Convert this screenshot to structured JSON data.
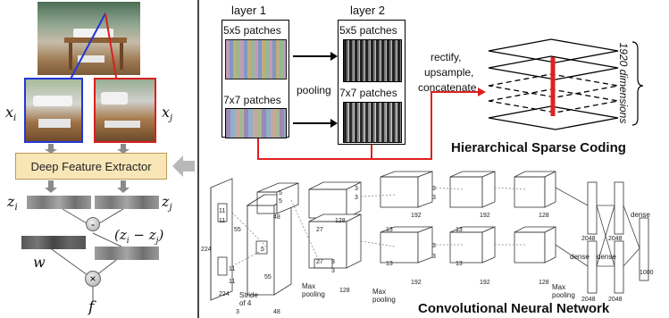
{
  "left": {
    "x_i": "x",
    "x_i_sub": "i",
    "x_j": "x",
    "x_j_sub": "j",
    "extractor_label": "Deep Feature Extractor",
    "z_i": "z",
    "z_i_sub": "i",
    "z_j": "z",
    "z_j_sub": "j",
    "minus_symbol": "-",
    "diff_label": "(z",
    "diff_sub_i": "i",
    "diff_mid": " − z",
    "diff_sub_j": "j",
    "diff_end": ")",
    "w_label": "w",
    "times_symbol": "×",
    "f_label": "f"
  },
  "hsc": {
    "layer1": "layer 1",
    "layer2": "layer 2",
    "l1_5x5": "5x5 patches",
    "l1_7x7": "7x7 patches",
    "l2_5x5": "5x5 patches",
    "l2_7x7": "7x7 patches",
    "pooling": "pooling",
    "rectify": "rectify,",
    "upsample": "upsample,",
    "concatenate": "concatenate",
    "dimensions": "1920 dimensions",
    "title": "Hierarchical Sparse Coding"
  },
  "cnn": {
    "title": "Convolutional Neural Network",
    "labels": {
      "n224a": "224",
      "n224b": "224",
      "n11a": "11",
      "n11b": "11",
      "n11c": "11",
      "n11d": "11",
      "n3": "3",
      "stride": "Stride",
      "of4": "of 4",
      "n55a": "55",
      "n55b": "55",
      "n5a": "5",
      "n5b": "5",
      "n5c": "5",
      "n48a": "48",
      "n48b": "48",
      "n27a": "27",
      "n27b": "27",
      "n128a": "128",
      "n128b": "128",
      "n3a": "3",
      "n3b": "3",
      "n3c": "3",
      "n3d": "3",
      "n3e": "3",
      "n3f": "3",
      "n3g": "3",
      "n3h": "3",
      "n13a": "13",
      "n13b": "13",
      "n13c": "13",
      "n13d": "13",
      "n192a": "192",
      "n192b": "192",
      "n192c": "192",
      "n192d": "192",
      "n128c": "128",
      "n128d": "128",
      "n2048a": "2048",
      "n2048b": "2048",
      "n2048c": "2048",
      "n2048d": "2048",
      "dense1": "dense",
      "dense2": "dense",
      "dense3": "dense",
      "n1000": "1000",
      "maxpool1a": "Max",
      "maxpool1b": "pooling",
      "maxpool2a": "Max",
      "maxpool2b": "pooling",
      "maxpool3a": "Max",
      "maxpool3b": "pooling"
    }
  },
  "colors": {
    "blue_box": "#2236d8",
    "red_box": "#d82020",
    "red_line": "#e02020",
    "extractor_fill": "#f8e6b7"
  }
}
